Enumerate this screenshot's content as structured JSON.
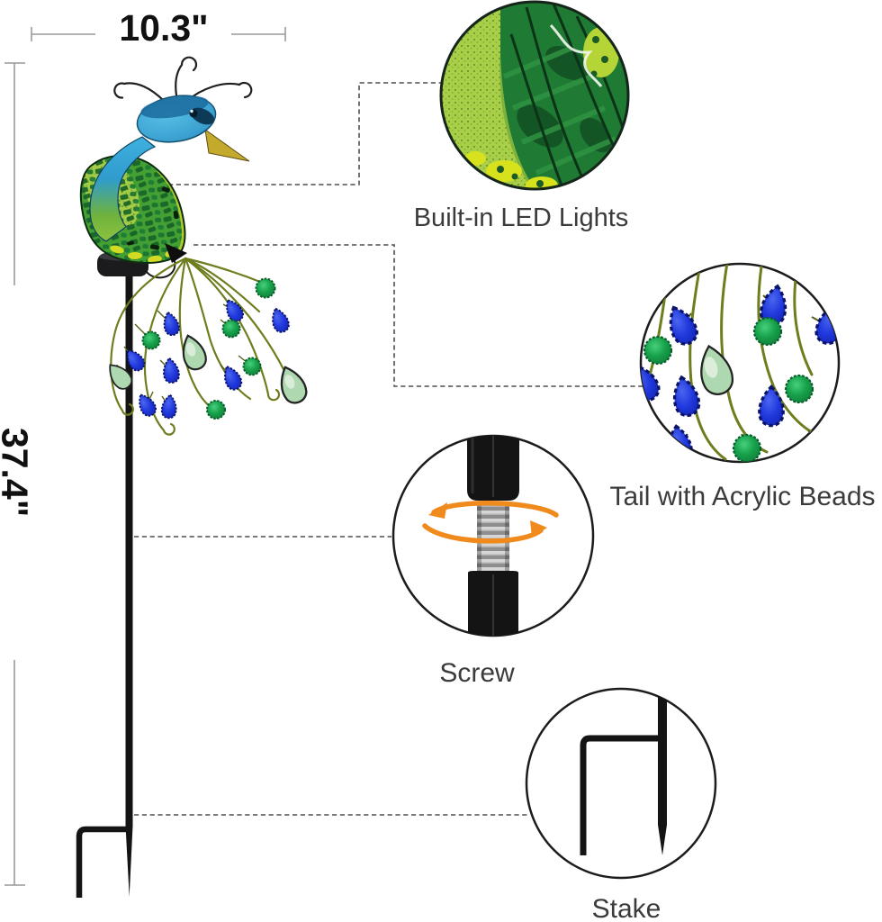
{
  "figure": {
    "type": "product-annotation-diagram",
    "subject": "solar peacock garden stake light",
    "background": "#ffffff"
  },
  "dimensions": {
    "width": {
      "value": "10.3\""
    },
    "height": {
      "value": "37.4\""
    }
  },
  "callouts": [
    {
      "id": "led",
      "label": "Built-in LED Lights"
    },
    {
      "id": "tail-beads",
      "label": "Tail with Acrylic Beads"
    },
    {
      "id": "screw",
      "label": "Screw"
    },
    {
      "id": "stake",
      "label": "Stake"
    }
  ],
  "colors": {
    "label_text": "#3b3b3b",
    "dimension_text": "#111111",
    "dimension_line": "#999999",
    "connector_dash": "#4d4d4d",
    "accent_orange": "#f18a1d",
    "bead_blue": "#1c2fd0",
    "bead_green": "#169a42",
    "bead_pale_green": "#aed8b0",
    "branch_olive": "#6e7d1d",
    "peacock_blue": "#2f9ccd",
    "peacock_green": "#3f9b30",
    "metal_black": "#141414"
  }
}
